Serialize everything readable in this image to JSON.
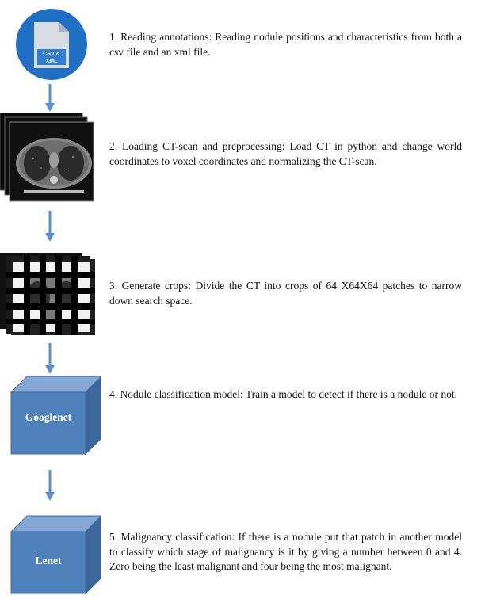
{
  "steps": [
    {
      "icon": "csv-xml-file-icon",
      "text": "1. Reading annotations: Reading nodule positions and characteristics from both a csv file and an xml file.",
      "icon_labels": [
        "CSV &",
        "XML"
      ]
    },
    {
      "icon": "ct-scan-stack-image",
      "text": "2. Loading CT-scan and preprocessing: Load CT in python and change world coordinates to voxel coordinates and normalizing the CT-scan."
    },
    {
      "icon": "ct-crops-grid-image",
      "text": "3. Generate crops: Divide the CT into crops of 64 X64X64 patches to narrow down search space."
    },
    {
      "icon": "cube-icon",
      "text": "4. Nodule classification model: Train a model to detect if there is a nodule or not.",
      "cube_label": "Googlenet"
    },
    {
      "icon": "cube-icon",
      "text": "5. Malignancy classification: If there is a nodule put that patch in another model to classify which stage of malignancy is it by giving a number between 0 and 4. Zero being the least malignant and four being the most malignant.",
      "cube_label": "Lenet"
    }
  ],
  "colors": {
    "arrow": "#5b8fd1",
    "file_circle": "#1f6fc4",
    "cube_front": "#4f81bd",
    "cube_top": "#84a7d3",
    "cube_side": "#3c679b",
    "cube_edge": "#41699c"
  }
}
